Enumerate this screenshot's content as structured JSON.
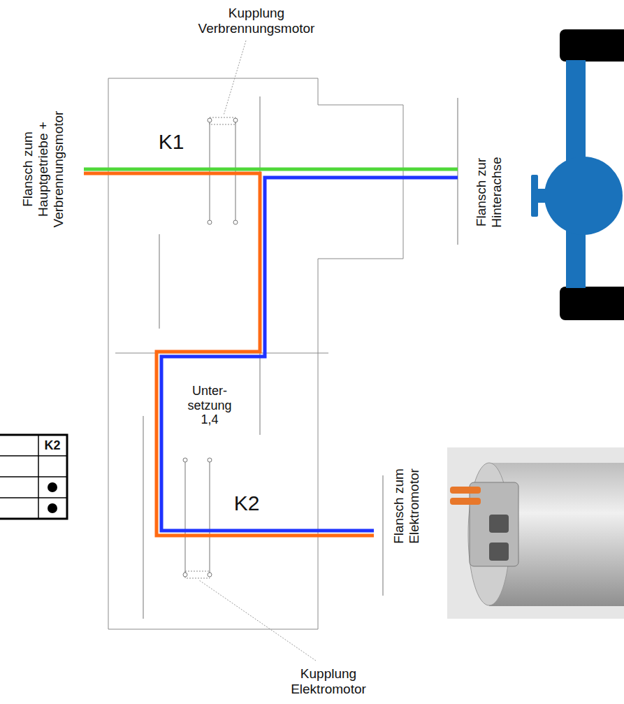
{
  "diagram": {
    "labels": [
      "Kupplung Verbrennungsmotor",
      "K1",
      "Flansch zum Hauptgetriebe + Verbrennungsmotor",
      "Flansch zur Hinterachse",
      "Unter- setzung 1,4",
      "K2",
      "K2",
      "Flansch zum Elektromotor",
      "Kupplung Elektromotor"
    ]
  }
}
